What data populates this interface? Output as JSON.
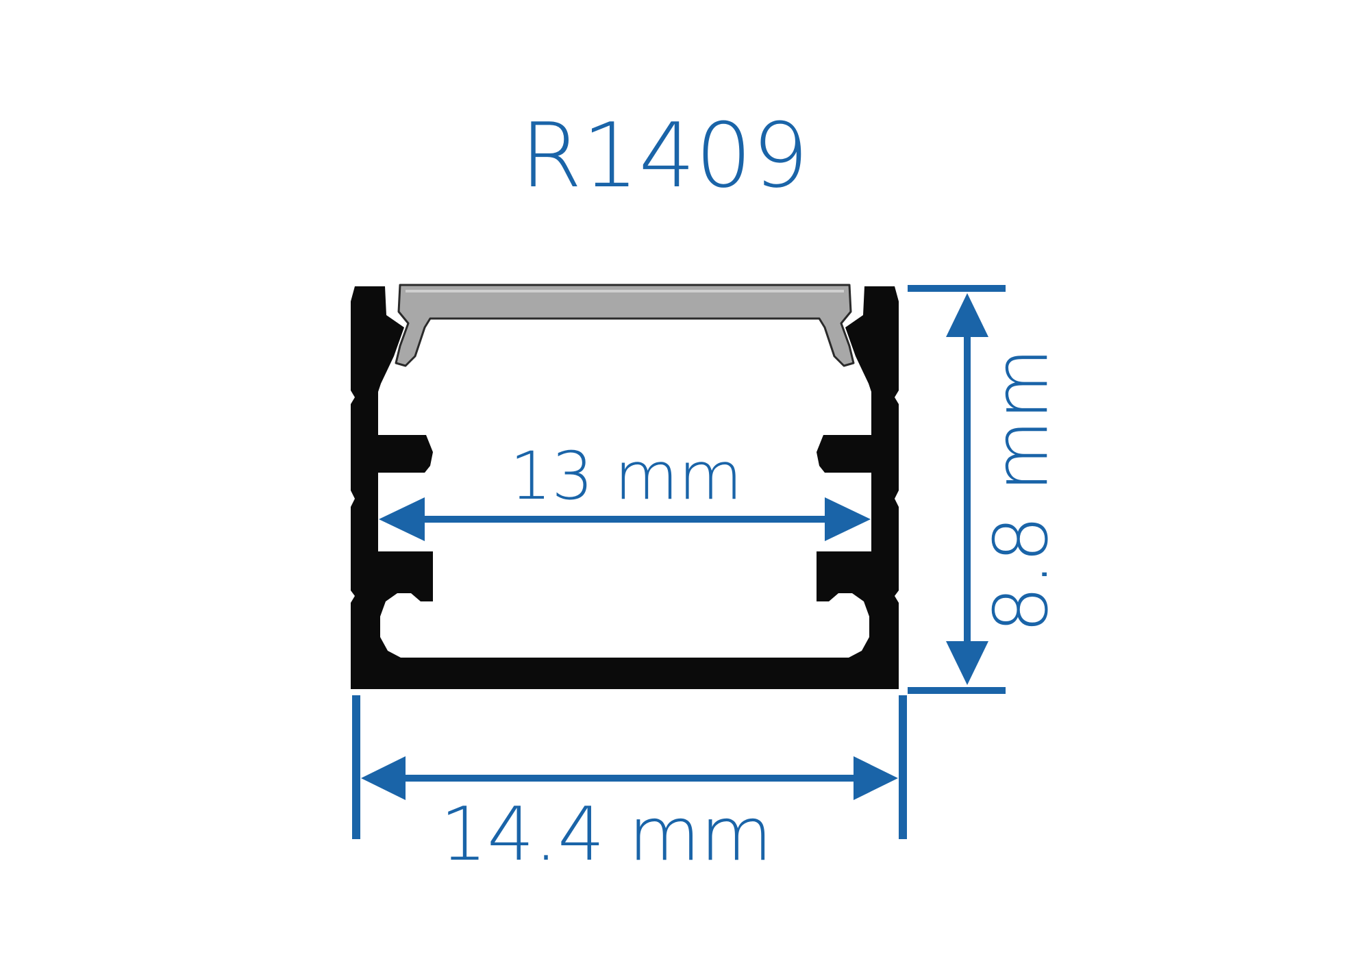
{
  "title": "R1409",
  "colors": {
    "accent": "#1a64a8",
    "profile": "#0b0b0b",
    "diffuser_fill": "#a8a8a8",
    "diffuser_stroke": "#2a2a2a",
    "background": "#ffffff"
  },
  "dimensions": {
    "inner_width": "13 mm",
    "outer_width": "14.4 mm",
    "height": "8.8 mm"
  }
}
